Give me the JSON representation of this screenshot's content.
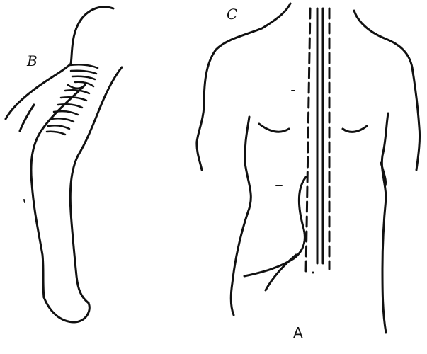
{
  "labels": {
    "b": "B",
    "c": "C",
    "a": "A"
  }
}
